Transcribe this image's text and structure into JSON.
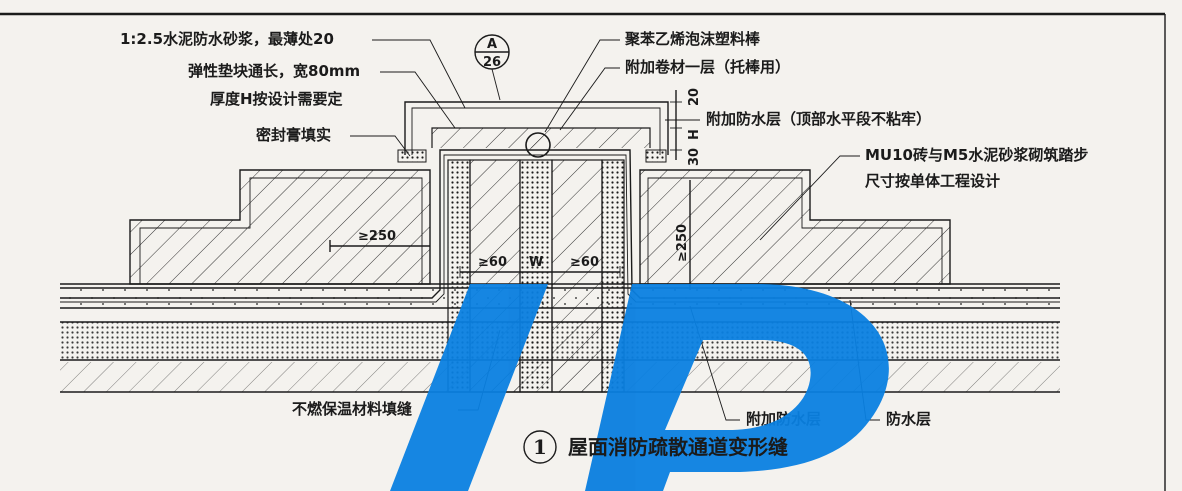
{
  "labels": {
    "mortar": "1:2.5水泥防水砂浆，最薄处20",
    "cushion_block": "弹性垫块通长，宽80mm",
    "thickness_h": "厚度H按设计需要定",
    "sealant": "密封膏填实",
    "foam_rod": "聚苯乙烯泡沫塑料棒",
    "extra_membrane": "附加卷材一层（托棒用）",
    "extra_waterproof_top": "附加防水层（顶部水平段不粘牢）",
    "brick_step_1": "MU10砖与M5水泥砂浆砌筑踏步",
    "brick_step_2": "尺寸按单体工程设计",
    "insulation_fill": "不燃保温材料填缝",
    "extra_waterproof": "附加防水层",
    "waterproof": "防水层"
  },
  "callout": {
    "top": "A",
    "bottom": "26"
  },
  "dimensions": {
    "d250_left": "≥250",
    "d60_left": "≥60",
    "w": "W",
    "d60_right": "≥60",
    "d250_right": "≥250",
    "d20": "20",
    "dh": "H",
    "d30": "30"
  },
  "caption": {
    "number": "1",
    "title": "屋面消防疏散通道变形缝"
  },
  "colors": {
    "watermark": "#0a7fe0",
    "line": "#1b1b1b",
    "paper": "#f4f2ee"
  }
}
